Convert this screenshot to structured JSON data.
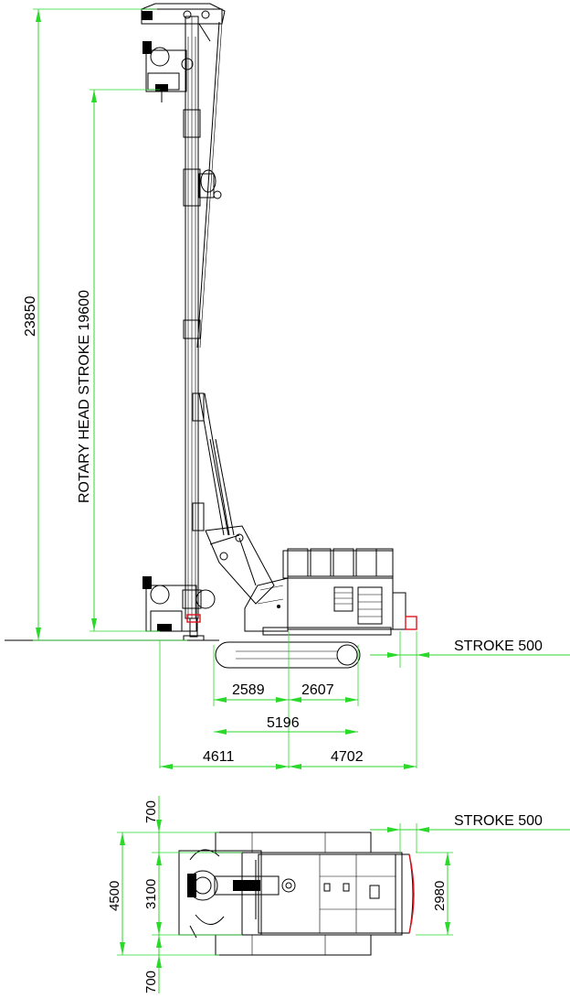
{
  "labels": {
    "total_height": "23850",
    "rotary_head_stroke": "ROTARY HEAD STROKE 19600",
    "stroke_side": "STROKE 500",
    "track_front": "2589",
    "track_rear": "2607",
    "track_length": "5196",
    "front_reach": "4611",
    "rear_reach": "4702",
    "stroke_plan": "STROKE 500",
    "plan_top_offset": "700",
    "plan_total_width": "4500",
    "plan_track_gauge": "3100",
    "plan_bottom_offset": "700",
    "plan_counterweight_width": "2980"
  },
  "colors": {
    "dimension": "#2bd92b",
    "machine": "#000000",
    "stroke_highlight": "#e0141e"
  }
}
